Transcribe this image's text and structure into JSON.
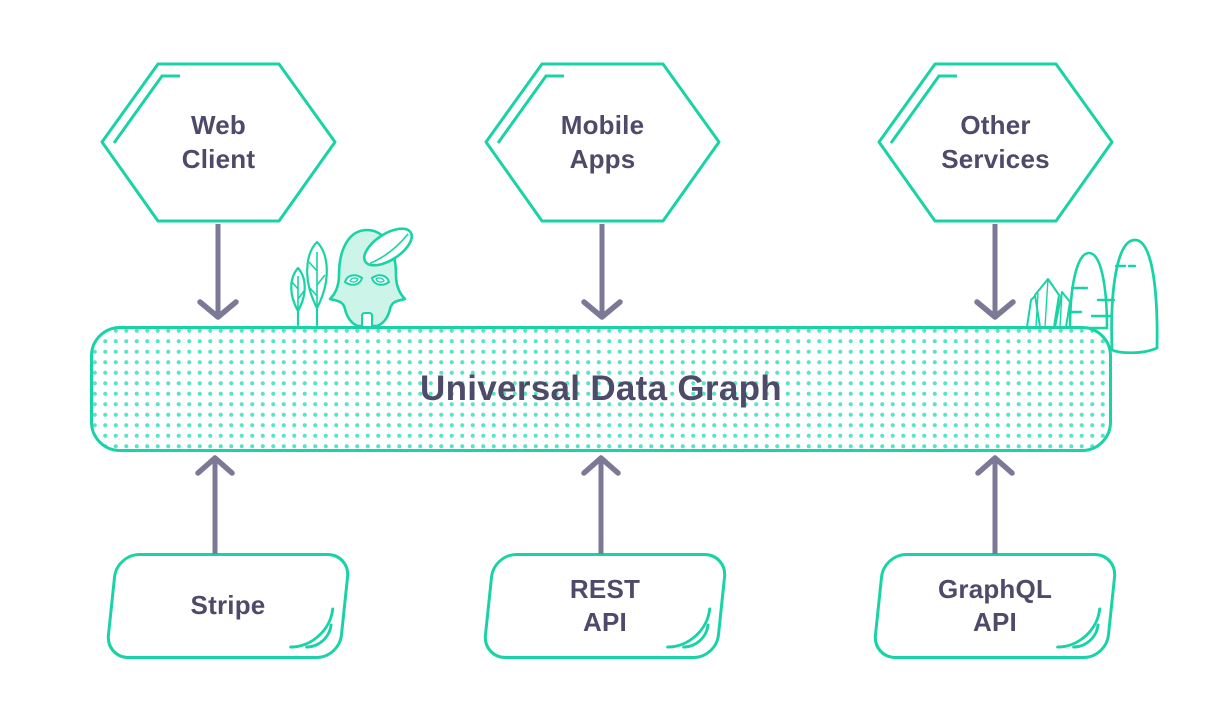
{
  "diagram": {
    "title": "Universal Data Graph",
    "top_nodes": [
      {
        "line1": "Web",
        "line2": "Client"
      },
      {
        "line1": "Mobile",
        "line2": "Apps"
      },
      {
        "line1": "Other",
        "line2": "Services"
      }
    ],
    "bottom_nodes": [
      {
        "line1": "Stripe",
        "line2": ""
      },
      {
        "line1": "REST",
        "line2": "API"
      },
      {
        "line1": "GraphQL",
        "line2": "API"
      }
    ],
    "decorations": {
      "left": "sprout-creature-with-leaves",
      "right": "crystals-and-hills"
    },
    "colors": {
      "accent_teal": "#19d3a6",
      "dot_teal": "#55e5c7",
      "creature_fill": "#ccf4e8",
      "text_dark": "#4d4a6a",
      "arrow_purple": "#7c7996",
      "background": "#ffffff"
    }
  }
}
